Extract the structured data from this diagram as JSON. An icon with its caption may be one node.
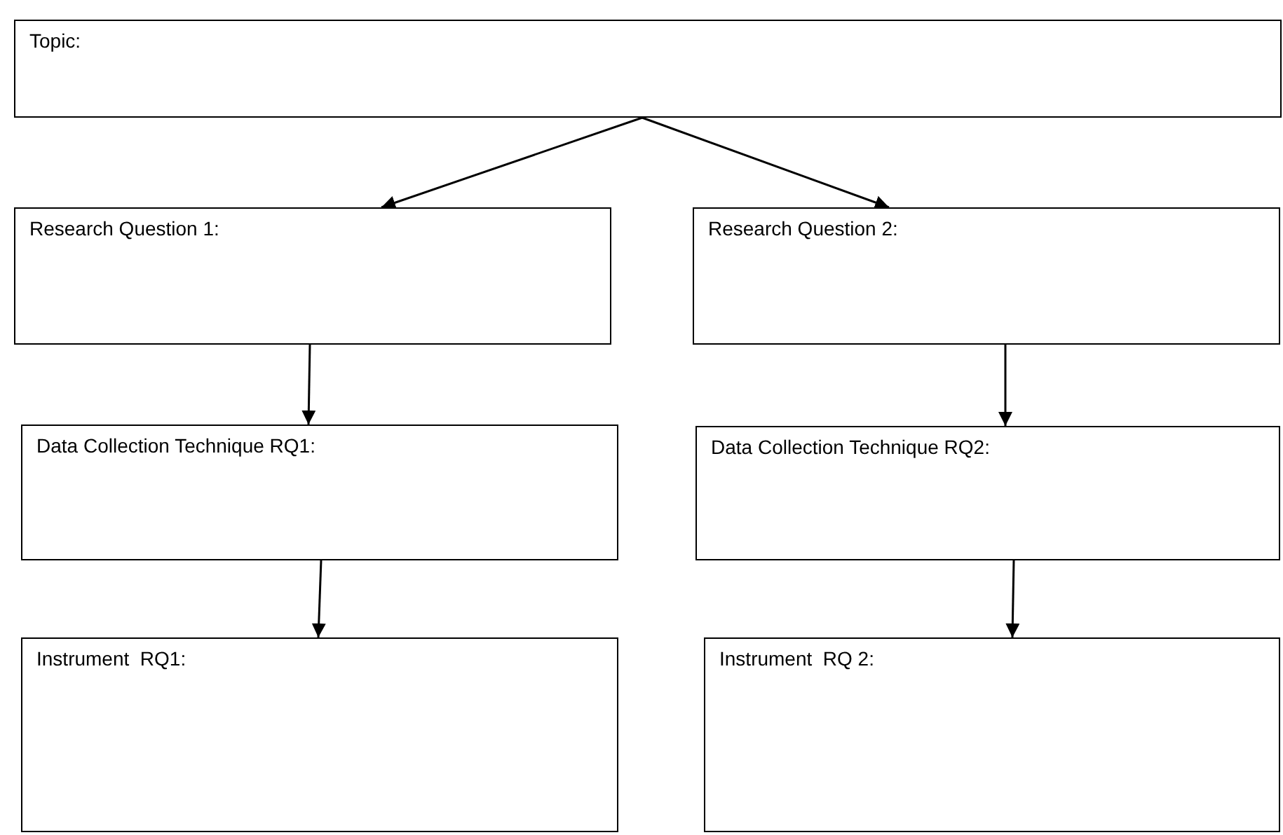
{
  "diagram": {
    "nodes": [
      {
        "text": [
          "Topic:"
        ]
      },
      {
        "text": [
          "Research Question 1:"
        ]
      },
      {
        "text": [
          "Research Question 2:"
        ]
      },
      {
        "text": [
          "Data Collection Technique RQ1:"
        ]
      },
      {
        "text": [
          "Data Collection Technique RQ2:"
        ]
      },
      {
        "text": [
          "Instrument  RQ1:"
        ]
      },
      {
        "text": [
          "Instrument  RQ 2:"
        ]
      }
    ],
    "edges": [
      {
        "from": 0,
        "to": 1,
        "arrow": "to"
      },
      {
        "from": 0,
        "to": 2,
        "arrow": "to"
      },
      {
        "from": 1,
        "to": 3,
        "arrow": "to"
      },
      {
        "from": 2,
        "to": 4,
        "arrow": "to"
      },
      {
        "from": 3,
        "to": 5,
        "arrow": "to"
      },
      {
        "from": 4,
        "to": 6,
        "arrow": "to"
      }
    ]
  }
}
